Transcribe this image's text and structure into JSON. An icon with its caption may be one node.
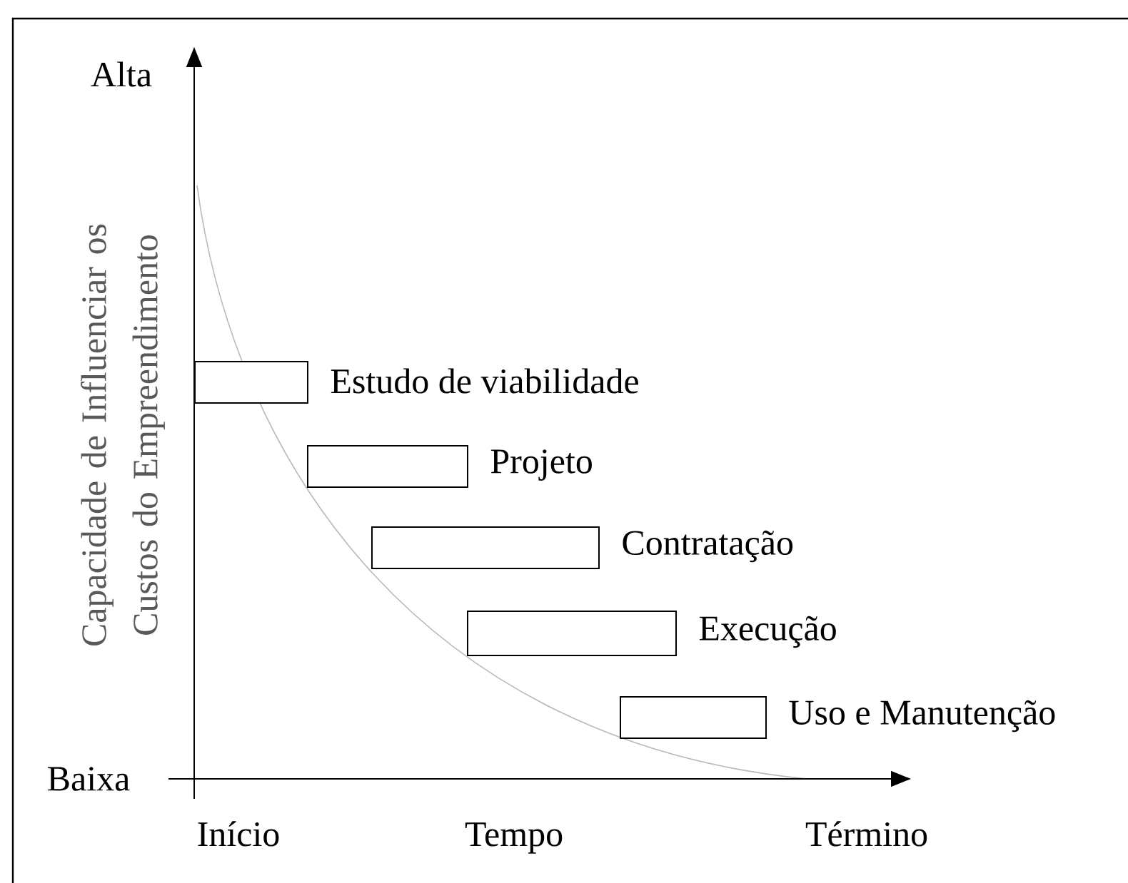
{
  "diagram": {
    "nodes": [
      {
        "text": [],
        "shape": "box",
        "beside": [
          "Estudo de viabilidade"
        ]
      },
      {
        "text": [],
        "shape": "box",
        "beside": [
          "Projeto"
        ]
      },
      {
        "text": [],
        "shape": "box",
        "beside": [
          "Contratação"
        ]
      },
      {
        "text": [],
        "shape": "box",
        "beside": [
          "Execução"
        ]
      },
      {
        "text": [],
        "shape": "box",
        "beside": [
          "Uso e Manutenção"
        ]
      }
    ],
    "labels": [
      "Alta",
      "Capacidade de Influenciar os Custos do Empreendimento",
      "Baixa",
      "Início",
      "Tempo",
      "Término"
    ]
  }
}
